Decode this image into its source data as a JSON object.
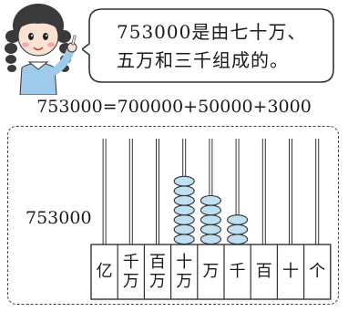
{
  "speech_bubble": {
    "line1": "753000是由七十万、",
    "line2": "五万和三千组成的。"
  },
  "equation": "753000=700000+50000+3000",
  "abacus": {
    "number": "753000",
    "places": [
      {
        "label": "亿",
        "beads": 0
      },
      {
        "label": "千万",
        "beads": 0
      },
      {
        "label": "百万",
        "beads": 0
      },
      {
        "label": "十万",
        "beads": 7
      },
      {
        "label": "万",
        "beads": 5
      },
      {
        "label": "千",
        "beads": 3
      },
      {
        "label": "百",
        "beads": 0
      },
      {
        "label": "十",
        "beads": 0
      },
      {
        "label": "个",
        "beads": 0
      }
    ],
    "colors": {
      "bead_fill": "#bfe0f2",
      "bead_stroke": "#333333",
      "rod": "#333333"
    }
  }
}
